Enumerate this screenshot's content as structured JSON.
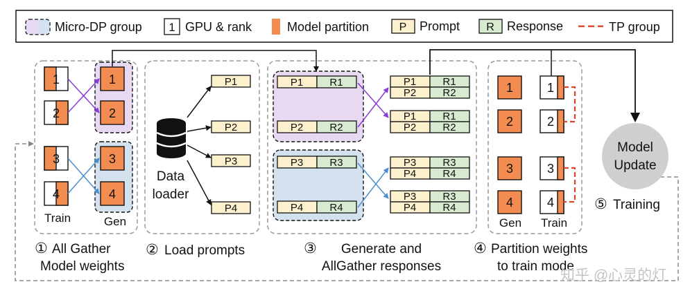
{
  "legend": {
    "micro_dp": "Micro-DP group",
    "gpu_box_num": "1",
    "gpu": "GPU & rank",
    "partition": "Model partition",
    "prompt_box": "P",
    "prompt": "Prompt",
    "response_box": "R",
    "response": "Response",
    "tp": "TP group"
  },
  "stage1": {
    "train_ranks": [
      "1",
      "2",
      "3",
      "4"
    ],
    "gen_ranks": [
      "1",
      "2",
      "3",
      "4"
    ],
    "train_label": "Train",
    "gen_label": "Gen",
    "caption_num": "①",
    "caption_line1": "All Gather",
    "caption_line2": "Model weights"
  },
  "stage2": {
    "loader_line1": "Data",
    "loader_line2": "loader",
    "prompts": [
      "P1",
      "P2",
      "P3",
      "P4"
    ],
    "caption_num": "②",
    "caption": "Load prompts"
  },
  "stage3": {
    "groups": [
      {
        "rows": [
          [
            "P1",
            "R1"
          ],
          [
            "P2",
            "R2"
          ]
        ]
      },
      {
        "rows": [
          [
            "P3",
            "R3"
          ],
          [
            "P4",
            "R4"
          ]
        ]
      }
    ],
    "gathered": [
      [
        [
          "P1",
          "R1"
        ],
        [
          "P2",
          "R2"
        ]
      ],
      [
        [
          "P1",
          "R1"
        ],
        [
          "P2",
          "R2"
        ]
      ],
      [
        [
          "P3",
          "R3"
        ],
        [
          "P4",
          "R4"
        ]
      ],
      [
        [
          "P3",
          "R3"
        ],
        [
          "P4",
          "R4"
        ]
      ]
    ],
    "caption_num": "③",
    "caption_line1": "Generate and",
    "caption_line2": "AllGather responses"
  },
  "stage4": {
    "gen_ranks": [
      "1",
      "2",
      "3",
      "4"
    ],
    "train_ranks": [
      "1",
      "2",
      "3",
      "4"
    ],
    "gen_label": "Gen",
    "train_label": "Train",
    "caption_num": "④",
    "caption_line1": "Partition weights",
    "caption_line2": "to train mode"
  },
  "stage5": {
    "circle_line1": "Model",
    "circle_line2": "Update",
    "caption_num": "⑤",
    "caption": "Training"
  },
  "watermark": "知乎 @心灵的灯",
  "colors": {
    "orange": "#f28c50",
    "purple_fill": "#e6d9f1",
    "blue_fill": "#d4e2f0",
    "prompt_fill": "#fdf0cd",
    "response_fill": "#d8ead0",
    "tp_red": "#e0452a",
    "purple_arrow": "#8a3bd8",
    "blue_arrow": "#4a8fd0",
    "circle_fill": "#cfcfcf"
  }
}
